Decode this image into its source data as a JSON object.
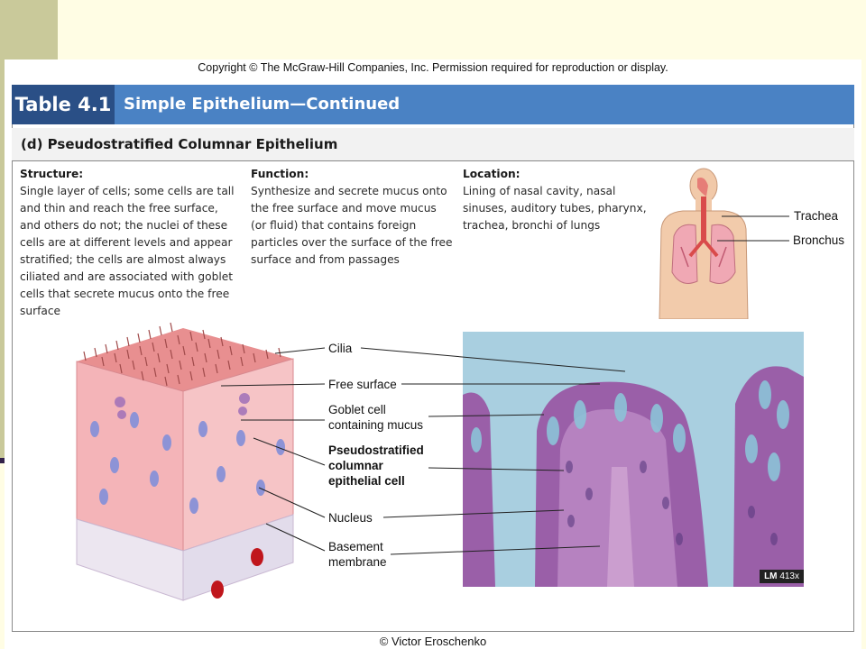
{
  "copyright": "Copyright © The McGraw-Hill Companies, Inc. Permission required for reproduction or display.",
  "table": {
    "number": "Table 4.1",
    "title": "Simple Epithelium—Continued"
  },
  "section": {
    "title": "(d) Pseudostratified Columnar Epithelium"
  },
  "structure": {
    "heading": "Structure:",
    "text": "Single layer of cells; some cells are tall and thin and reach the free surface, and others do not; the nuclei of these cells are at different levels and appear stratified; the cells are almost always ciliated and are associated with goblet cells that secrete mucus onto the free surface"
  },
  "function": {
    "heading": "Function:",
    "text": "Synthesize and secrete mucus onto the free surface and move mucus (or fluid) that contains foreign particles over the surface of the free surface and from passages"
  },
  "location": {
    "heading": "Location:",
    "text": "Lining of nasal cavity, nasal sinuses, auditory tubes, pharynx, trachea, bronchi of lungs"
  },
  "body_labels": {
    "trachea": "Trachea",
    "bronchus": "Bronchus"
  },
  "diagram_labels": {
    "cilia": "Cilia",
    "free_surface": "Free surface",
    "goblet_1": "Goblet cell",
    "goblet_2": "containing mucus",
    "pseudo_1": "Pseudostratified",
    "pseudo_2": "columnar",
    "pseudo_3": "epithelial cell",
    "nucleus": "Nucleus",
    "basement_1": "Basement",
    "basement_2": "membrane"
  },
  "micrograph": {
    "badge_prefix": "LM",
    "magnification": "413x"
  },
  "credit": "© Victor Eroschenko",
  "colors": {
    "header_blue": "#4a82c4",
    "header_dark": "#2a4f86",
    "cell_pink": "#f4b4b8",
    "nucleus_blue": "#8d93d6",
    "micro_bg": "#a9cfe0",
    "tissue_purple": "#9a5fa8"
  }
}
